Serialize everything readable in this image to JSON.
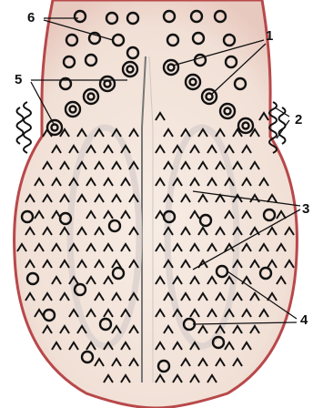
{
  "figure": {
    "labels": [
      {
        "id": "1",
        "text": "1"
      },
      {
        "id": "2",
        "text": "2"
      },
      {
        "id": "3",
        "text": "3"
      },
      {
        "id": "4",
        "text": "4"
      },
      {
        "id": "5",
        "text": "5"
      },
      {
        "id": "6",
        "text": "6"
      }
    ]
  },
  "colors": {
    "fill": "#f4e7de",
    "outline": "#b8484a",
    "ink": "#111111",
    "ridge": "#d7d0cf"
  }
}
